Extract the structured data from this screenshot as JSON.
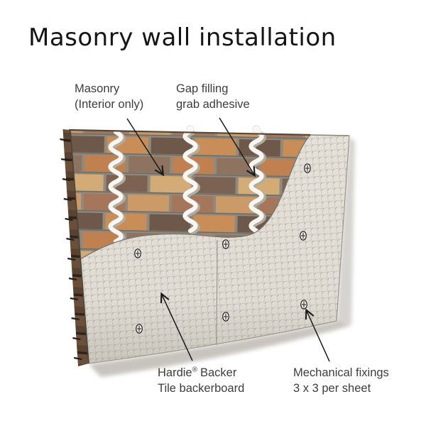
{
  "title": "Masonry wall installation",
  "callouts": {
    "masonry": {
      "line1": "Masonry",
      "line2": "(Interior only)"
    },
    "gap_adhesive": {
      "line1": "Gap filling",
      "line2": "grab adhesive"
    },
    "backerboard": {
      "brand": "Hardie",
      "reg_mark": "®",
      "name_rest": "Backer",
      "line2": "Tile backerboard"
    },
    "fixings": {
      "line1": "Mechanical fixings",
      "line2": "3 x 3 per sheet"
    }
  },
  "diagram": {
    "adhesive_beads_visible": 3,
    "fixings_visible": 7,
    "board_sheets_visible": 2,
    "colors": {
      "board": "#e5e1d9",
      "mesh_line": "#a8a398",
      "mortar": "#8f8a80",
      "brick_palette": [
        "#c08050",
        "#cc9a66",
        "#8d7360",
        "#7c6252",
        "#a5765a",
        "#d2ab77",
        "#6e5849",
        "#c98e57"
      ],
      "adhesive_bead": "#f8f6f2",
      "side_edge": "#6a4f3b",
      "arrow": "#1a1a1a",
      "label_text": "#3d3d3d",
      "title_text": "#151515",
      "shadow": "#b5b0a7"
    }
  }
}
